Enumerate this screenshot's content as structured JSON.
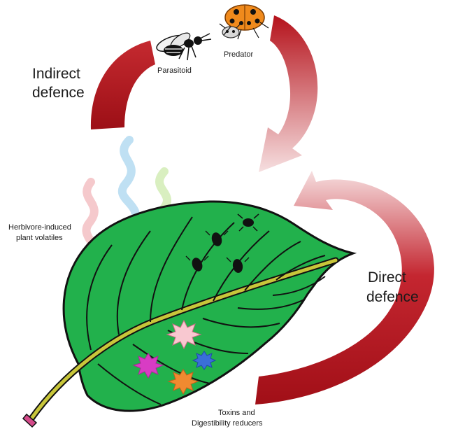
{
  "labels": {
    "indirect_line1": "Indirect",
    "indirect_line2": "defence",
    "direct_line1": "Direct",
    "direct_line2": "defence",
    "parasitoid": "Parasitoid",
    "predator": "Predator",
    "volatiles_line1": "Herbivore-induced",
    "volatiles_line2": "plant volatiles",
    "toxins_line1": "Toxins and",
    "toxins_line2": "Digestibility reducers"
  },
  "colors": {
    "arrow_dark": "#b5121b",
    "arrow_light": "#f3d6d8",
    "leaf": "#22b14c",
    "leaf_vein": "#0a0a0a",
    "midrib": "#c8c63a",
    "petiole_tip": "#d44a8a",
    "volatile_red": "#f5c9cc",
    "volatile_blue": "#bfe0f3",
    "volatile_green": "#d9efc0",
    "star_pink": "#f8c8d0",
    "star_magenta": "#d83cc4",
    "star_orange": "#f08a30",
    "star_blue": "#3a6fd8",
    "ladybird": "#f08a1c"
  },
  "icons": [
    "wasp-icon",
    "ladybird-icon",
    "aphid-icon"
  ]
}
